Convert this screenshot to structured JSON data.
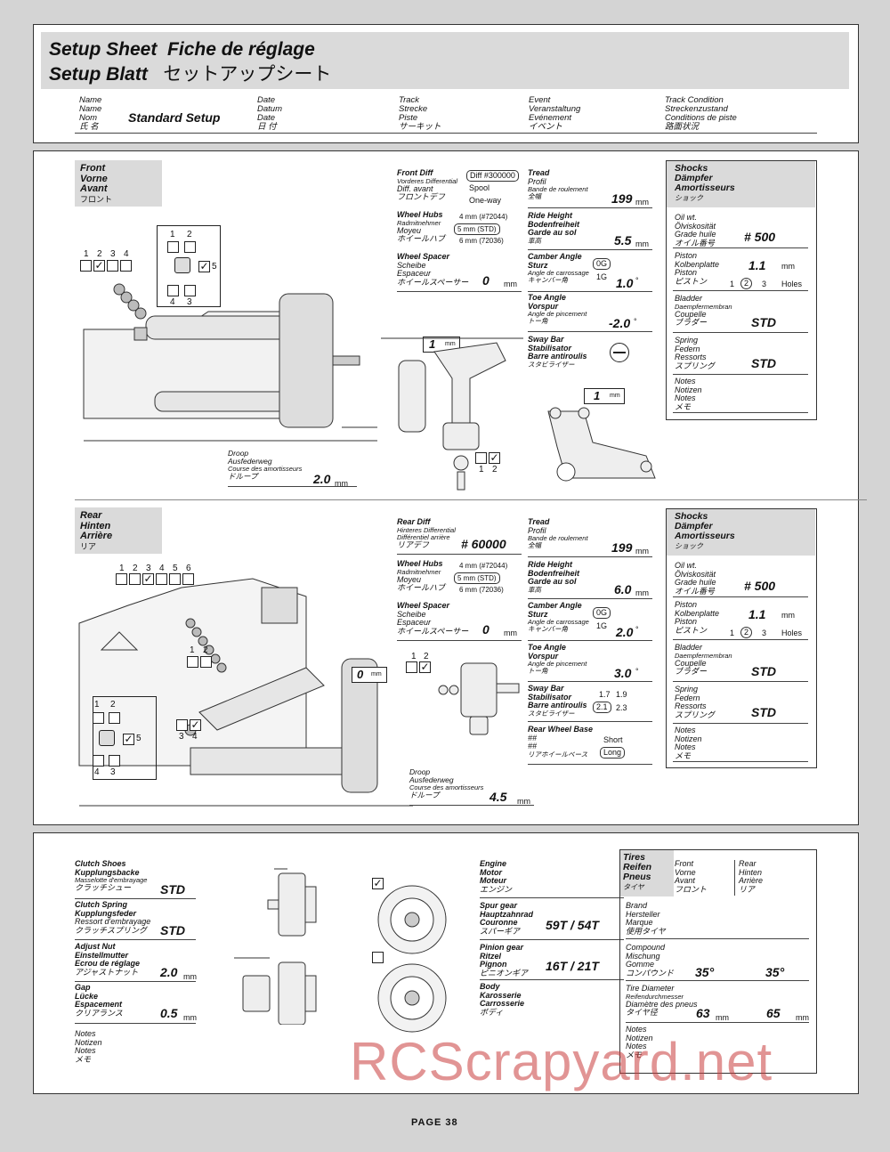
{
  "header": {
    "title_en": "Setup Sheet",
    "title_fr": "Fiche de réglage",
    "title_de": "Setup Blatt",
    "title_ja": "セットアップシート",
    "fields": [
      {
        "labels": [
          "Name",
          "Name",
          "Nom",
          "氏 名"
        ],
        "value": "Standard Setup"
      },
      {
        "labels": [
          "Date",
          "Datum",
          "Date",
          "日 付"
        ],
        "value": ""
      },
      {
        "labels": [
          "Track",
          "Strecke",
          "Piste",
          "サーキット"
        ],
        "value": ""
      },
      {
        "labels": [
          "Event",
          "Veranstaltung",
          "Evénement",
          "イベント"
        ],
        "value": ""
      },
      {
        "labels": [
          "Track Condition",
          "Streckenzustand",
          "Conditions de piste",
          "路面状況"
        ],
        "value": ""
      }
    ]
  },
  "front": {
    "section_labels": [
      "Front",
      "Vorne",
      "Avant",
      "フロント"
    ],
    "camber_link_positions": [
      "1",
      "2",
      "3",
      "4"
    ],
    "camber_link_selected": "2",
    "shock_mount_positions": [
      "1",
      "2",
      "5",
      "4",
      "3"
    ],
    "shock_mount_selected": "5",
    "droop": {
      "labels": [
        "Droop",
        "Ausfederweg",
        "Course des amortisseurs",
        "ドループ"
      ],
      "value": "2.0",
      "unit": "mm"
    },
    "diff": {
      "labels": [
        "Front Diff",
        "Vorderes Differential",
        "Diff. avant",
        "フロントデフ"
      ],
      "options": [
        "Diff #300000",
        "Spool",
        "One-way"
      ],
      "selected": "Diff #300000"
    },
    "wheel_hubs": {
      "labels": [
        "Wheel Hubs",
        "Radmitnehmer",
        "Moyeu",
        "ホイールハブ"
      ],
      "options": [
        "4 mm (#72044)",
        "5 mm (STD)",
        "6 mm (72036)"
      ],
      "selected": "5 mm (STD)"
    },
    "wheel_spacer": {
      "labels": [
        "Wheel Spacer",
        "Scheibe",
        "Espaceur",
        "ホイールスペーサー"
      ],
      "value": "0",
      "unit": "mm"
    },
    "tread": {
      "labels": [
        "Tread",
        "Profil",
        "Bande de roulement",
        "全幅"
      ],
      "value": "199",
      "unit": "mm"
    },
    "ride_height": {
      "labels": [
        "Ride Height",
        "Bodenfreiheit",
        "Garde au sol",
        "車高"
      ],
      "value": "5.5",
      "unit": "mm"
    },
    "camber": {
      "labels": [
        "Camber Angle",
        "Sturz",
        "Angle de carrossage",
        "キャンバー角"
      ],
      "options": [
        "0G",
        "1G"
      ],
      "selected": "0G",
      "value": "1.0",
      "unit": "°"
    },
    "toe": {
      "labels": [
        "Toe Angle",
        "Vorspur",
        "Angle de pincement",
        "トー角"
      ],
      "value": "-2.0",
      "unit": "°"
    },
    "sway_bar": {
      "labels": [
        "Sway Bar",
        "Stabilisator",
        "Barre antiroulis",
        "スタビライザー"
      ],
      "value": "none"
    },
    "spacer_1": {
      "value": "1",
      "unit": "mm"
    },
    "spacer_2": {
      "value": "1",
      "unit": "mm"
    },
    "steering_positions": [
      "1",
      "2"
    ],
    "steering_selected": "2"
  },
  "front_shocks": {
    "title": [
      "Shocks",
      "Dämpfer",
      "Amortisseurs",
      "ショック"
    ],
    "oil": {
      "labels": [
        "Oil wt.",
        "Ölviskosität",
        "Grade huile",
        "オイル番号"
      ],
      "value": "# 500"
    },
    "piston": {
      "labels": [
        "Piston",
        "Kolbenplatte",
        "Piston",
        "ピストン"
      ],
      "value": "1.1",
      "unit": "mm",
      "holes": [
        "1",
        "2",
        "3"
      ],
      "holes_selected": "2",
      "holes_label": "Holes"
    },
    "bladder": {
      "labels": [
        "Bladder",
        "Daempfermembran",
        "Coupelle",
        "ブラダー"
      ],
      "value": "STD"
    },
    "spring": {
      "labels": [
        "Spring",
        "Federn",
        "Ressorts",
        "スプリング"
      ],
      "value": "STD"
    },
    "notes": {
      "labels": [
        "Notes",
        "Notizen",
        "Notes",
        "メモ"
      ]
    }
  },
  "rear": {
    "section_labels": [
      "Rear",
      "Hinten",
      "Arrière",
      "リア"
    ],
    "camber_link_positions": [
      "1",
      "2",
      "3",
      "4",
      "5",
      "6"
    ],
    "camber_link_selected": "3",
    "toe_positions": [
      "1",
      "2"
    ],
    "shock_mount_positions": [
      "1",
      "2",
      "5",
      "4",
      "3"
    ],
    "shock_mount_selected": "5",
    "lower_positions": [
      "3",
      "4"
    ],
    "lower_selected": "4",
    "hub_positions": [
      "1",
      "2"
    ],
    "hub_selected": "2",
    "spacer": {
      "value": "0",
      "unit": "mm"
    },
    "droop": {
      "labels": [
        "Droop",
        "Ausfederweg",
        "Course des amortisseurs",
        "ドループ"
      ],
      "value": "4.5",
      "unit": "mm"
    },
    "diff": {
      "labels": [
        "Rear Diff",
        "Hinteres Differential",
        "Différentiel arrière",
        "リアデフ"
      ],
      "value": "# 60000"
    },
    "wheel_hubs": {
      "labels": [
        "Wheel Hubs",
        "Radmitnehmer",
        "Moyeu",
        "ホイールハブ"
      ],
      "options": [
        "4 mm (#72044)",
        "5 mm (STD)",
        "6 mm (72036)"
      ],
      "selected": "5 mm (STD)"
    },
    "wheel_spacer": {
      "labels": [
        "Wheel Spacer",
        "Scheibe",
        "Espaceur",
        "ホイールスペーサー"
      ],
      "value": "0",
      "unit": "mm"
    },
    "tread": {
      "labels": [
        "Tread",
        "Profil",
        "Bande de roulement",
        "全幅"
      ],
      "value": "199",
      "unit": "mm"
    },
    "ride_height": {
      "labels": [
        "Ride Height",
        "Bodenfreiheit",
        "Garde au sol",
        "車高"
      ],
      "value": "6.0",
      "unit": "mm"
    },
    "camber": {
      "labels": [
        "Camber Angle",
        "Sturz",
        "Angle de carrossage",
        "キャンバー角"
      ],
      "options": [
        "0G",
        "1G"
      ],
      "selected": "0G",
      "value": "2.0",
      "unit": "°"
    },
    "toe": {
      "labels": [
        "Toe Angle",
        "Vorspur",
        "Angle de pincement",
        "トー角"
      ],
      "value": "3.0",
      "unit": "°"
    },
    "sway_bar": {
      "labels": [
        "Sway Bar",
        "Stabilisator",
        "Barre antiroulis",
        "スタビライザー"
      ],
      "options": [
        "1.7",
        "1.9",
        "2.1",
        "2.3"
      ],
      "selected": "2.1"
    },
    "wheel_base": {
      "labels": [
        "Rear Wheel Base",
        "##",
        "##",
        "リアホイールベース"
      ],
      "options": [
        "Short",
        "Long"
      ],
      "selected": "Long"
    }
  },
  "rear_shocks": {
    "title": [
      "Shocks",
      "Dämpfer",
      "Amortisseurs",
      "ショック"
    ],
    "oil": {
      "labels": [
        "Oil wt.",
        "Ölviskosität",
        "Grade huile",
        "オイル番号"
      ],
      "value": "# 500"
    },
    "piston": {
      "labels": [
        "Piston",
        "Kolbenplatte",
        "Piston",
        "ピストン"
      ],
      "value": "1.1",
      "unit": "mm",
      "holes": [
        "1",
        "2",
        "3"
      ],
      "holes_selected": "2",
      "holes_label": "Holes"
    },
    "bladder": {
      "labels": [
        "Bladder",
        "Daempfermembran",
        "Coupelle",
        "ブラダー"
      ],
      "value": "STD"
    },
    "spring": {
      "labels": [
        "Spring",
        "Federn",
        "Ressorts",
        "スプリング"
      ],
      "value": "STD"
    },
    "notes": {
      "labels": [
        "Notes",
        "Notizen",
        "Notes",
        "メモ"
      ]
    }
  },
  "engine": {
    "clutch_shoes": {
      "labels": [
        "Clutch Shoes",
        "Kupplungsbacke",
        "Masselotte d'embrayage",
        "クラッチシュー"
      ],
      "value": "STD"
    },
    "clutch_spring": {
      "labels": [
        "Clutch Spring",
        "Kupplungsfeder",
        "Ressort d'embrayage",
        "クラッチスプリング"
      ],
      "value": "STD"
    },
    "adjust_nut": {
      "labels": [
        "Adjust Nut",
        "Einstellmutter",
        "Ecrou de réglage",
        "アジャストナット"
      ],
      "value": "2.0",
      "unit": "mm"
    },
    "gap": {
      "labels": [
        "Gap",
        "Lücke",
        "Espacement",
        "クリアランス"
      ],
      "value": "0.5",
      "unit": "mm"
    },
    "notes": {
      "labels": [
        "Notes",
        "Notizen",
        "Notes",
        "メモ"
      ]
    },
    "engine_name": {
      "labels": [
        "Engine",
        "Motor",
        "Moteur",
        "エンジン"
      ],
      "value": ""
    },
    "spur_gear": {
      "labels": [
        "Spur gear",
        "Hauptzahnrad",
        "Couronne",
        "スパーギア"
      ],
      "value_a": "59T",
      "value_b": "54T"
    },
    "pinion_gear": {
      "labels": [
        "Pinion gear",
        "Ritzel",
        "Pignon",
        "ピニオンギア"
      ],
      "value_a": "16T",
      "value_b": "21T"
    },
    "body": {
      "labels": [
        "Body",
        "Karosserie",
        "Carrosserie",
        "ボディ"
      ],
      "value": ""
    },
    "flywheel_selected": "top"
  },
  "tires": {
    "title": [
      "Tires",
      "Reifen",
      "Pneus",
      "タイヤ"
    ],
    "front_labels": [
      "Front",
      "Vorne",
      "Avant",
      "フロント"
    ],
    "rear_labels": [
      "Rear",
      "Hinten",
      "Arrière",
      "リア"
    ],
    "brand": {
      "labels": [
        "Brand",
        "Hersteller",
        "Marque",
        "使用タイヤ"
      ],
      "front": "",
      "rear": ""
    },
    "compound": {
      "labels": [
        "Compound",
        "Mischung",
        "Gomme",
        "コンパウンド"
      ],
      "front": "35°",
      "rear": "35°"
    },
    "diameter": {
      "labels": [
        "Tire Diameter",
        "Reifendurchmesser",
        "Diamètre des pneus",
        "タイヤ径"
      ],
      "front": "63",
      "rear": "65",
      "unit": "mm"
    },
    "notes": {
      "labels": [
        "Notes",
        "Notizen",
        "Notes",
        "メモ"
      ]
    }
  },
  "footer": {
    "page": "PAGE 38"
  },
  "watermark": "RCScrapyard.net"
}
